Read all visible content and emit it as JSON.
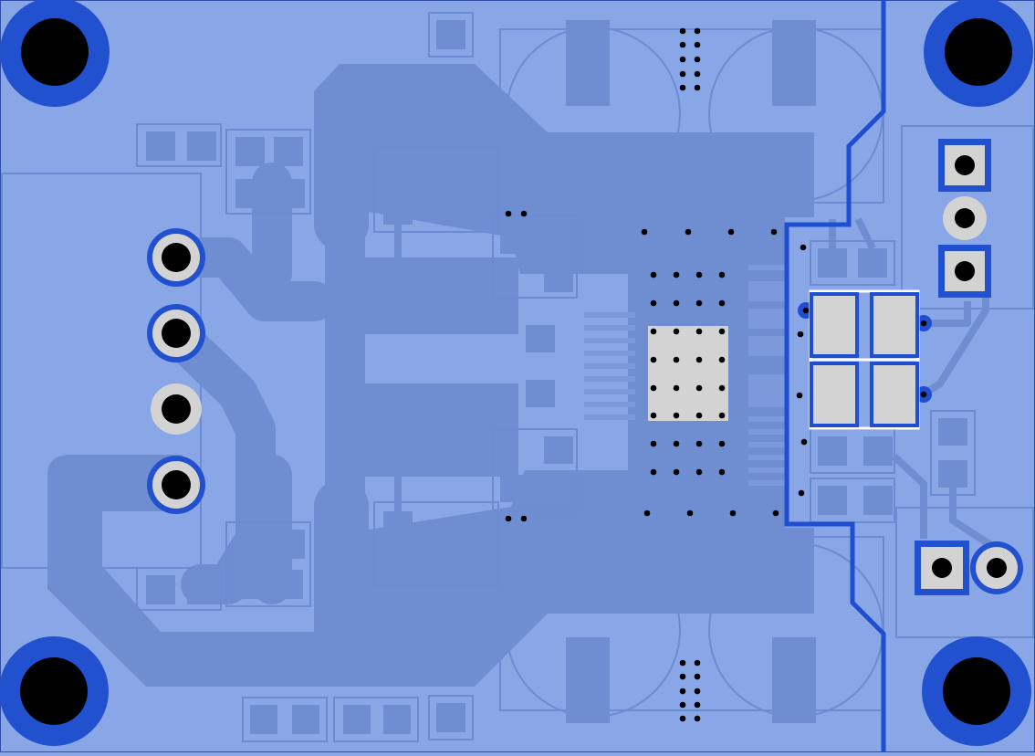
{
  "view": "pcb-layout-top-layer",
  "colors": {
    "board": "#89a6e6",
    "copper_pour": "#6f8ed1",
    "pad": "#7594d8",
    "outline": "#5d7cc4",
    "trace": "#1f4fd0",
    "mounting_ring": "#2151cf",
    "hole": "#000000",
    "exposed_pad": "#d3d3d3",
    "silk_white": "#ffffff"
  },
  "mounting_holes": 4,
  "header_left_pins": 4,
  "header_right_top_pins": 3,
  "header_right_bottom_pins": 2,
  "ic_exposed_pad": true
}
